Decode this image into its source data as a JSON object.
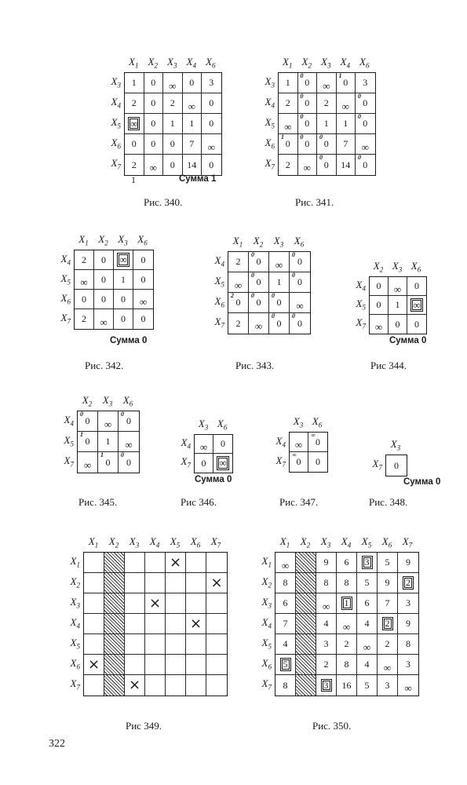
{
  "page_number": "322",
  "figures": [
    {
      "id": "fig-340",
      "caption": "Рис. 340.",
      "cols": [
        "X1",
        "X2",
        "X3",
        "X4",
        "X6"
      ],
      "rows": [
        "X3",
        "X4",
        "X5",
        "X6",
        "X7"
      ],
      "cells": [
        [
          "1",
          "0",
          "∞",
          "0",
          "3"
        ],
        [
          "2",
          "0",
          "2",
          "∞",
          "0"
        ],
        [
          "∞",
          "0",
          "1",
          "1",
          "0"
        ],
        [
          "0",
          "0",
          "0",
          "7",
          "∞"
        ],
        [
          "2",
          "∞",
          "0",
          "14",
          "0"
        ]
      ],
      "boxed": [
        [
          2,
          0
        ]
      ],
      "note": "1",
      "sum": "Сумма 1"
    },
    {
      "id": "fig-341",
      "caption": "Рис. 341.",
      "cols": [
        "X1",
        "X2",
        "X3",
        "X4",
        "X6"
      ],
      "rows": [
        "X3",
        "X4",
        "X5",
        "X6",
        "X7"
      ],
      "cells": [
        [
          "1",
          "0",
          "∞",
          "0",
          "3"
        ],
        [
          "2",
          "0",
          "2",
          "∞",
          "0"
        ],
        [
          "∞",
          "0",
          "1",
          "1",
          "0"
        ],
        [
          "0",
          "0",
          "0",
          "7",
          "∞"
        ],
        [
          "2",
          "∞",
          "0",
          "14",
          "0"
        ]
      ],
      "sups": [
        [
          0,
          1,
          "0"
        ],
        [
          0,
          3,
          "1"
        ],
        [
          1,
          1,
          "0"
        ],
        [
          1,
          4,
          "0"
        ],
        [
          2,
          1,
          "0"
        ],
        [
          2,
          4,
          "0"
        ],
        [
          3,
          0,
          "1"
        ],
        [
          3,
          1,
          "0"
        ],
        [
          3,
          2,
          "0"
        ],
        [
          4,
          2,
          "0"
        ],
        [
          4,
          4,
          "0"
        ]
      ]
    },
    {
      "id": "fig-342",
      "caption": "Рис. 342.",
      "cols": [
        "X1",
        "X2",
        "X3",
        "X6"
      ],
      "rows": [
        "X4",
        "X5",
        "X6",
        "X7"
      ],
      "cells": [
        [
          "2",
          "0",
          "∞",
          "0"
        ],
        [
          "∞",
          "0",
          "1",
          "0"
        ],
        [
          "0",
          "0",
          "0",
          "∞"
        ],
        [
          "2",
          "∞",
          "0",
          "0"
        ]
      ],
      "boxed": [
        [
          0,
          2
        ]
      ],
      "sum": "Сумма 0"
    },
    {
      "id": "fig-343",
      "caption": "Рис. 343.",
      "cols": [
        "X1",
        "X2",
        "X3",
        "X6"
      ],
      "rows": [
        "X4",
        "X5",
        "X6",
        "X7"
      ],
      "cells": [
        [
          "2",
          "0",
          "∞",
          "0"
        ],
        [
          "∞",
          "0",
          "1",
          "0"
        ],
        [
          "0",
          "0",
          "0",
          "∞"
        ],
        [
          "2",
          "∞",
          "0",
          "0"
        ]
      ],
      "sups": [
        [
          0,
          1,
          "0"
        ],
        [
          0,
          3,
          "0"
        ],
        [
          1,
          1,
          "0"
        ],
        [
          1,
          3,
          "0"
        ],
        [
          2,
          0,
          "2"
        ],
        [
          2,
          1,
          "0"
        ],
        [
          2,
          2,
          "0"
        ],
        [
          3,
          2,
          "0"
        ],
        [
          3,
          3,
          "0"
        ]
      ]
    },
    {
      "id": "fig-344",
      "caption": "Рис 344.",
      "cols": [
        "X2",
        "X3",
        "X6"
      ],
      "rows": [
        "X4",
        "X5",
        "X7"
      ],
      "cells": [
        [
          "0",
          "∞",
          "0"
        ],
        [
          "0",
          "1",
          "∞"
        ],
        [
          "∞",
          "0",
          "0"
        ]
      ],
      "boxed": [
        [
          1,
          2
        ]
      ],
      "sum": "Сумма 0"
    },
    {
      "id": "fig-345",
      "caption": "Рис. 345.",
      "cols": [
        "X2",
        "X3",
        "X6"
      ],
      "rows": [
        "X4",
        "X5",
        "X7"
      ],
      "cells": [
        [
          "0",
          "∞",
          "0"
        ],
        [
          "0",
          "1",
          "∞"
        ],
        [
          "∞",
          "0",
          "0"
        ]
      ],
      "sups": [
        [
          0,
          0,
          "0"
        ],
        [
          0,
          2,
          "0"
        ],
        [
          1,
          0,
          "1"
        ],
        [
          2,
          1,
          "1"
        ],
        [
          2,
          2,
          "0"
        ]
      ]
    },
    {
      "id": "fig-346",
      "caption": "Рис 346.",
      "cols": [
        "X3",
        "X6"
      ],
      "rows": [
        "X4",
        "X7"
      ],
      "cells": [
        [
          "∞",
          "0"
        ],
        [
          "0",
          "∞"
        ]
      ],
      "boxed": [
        [
          1,
          1
        ]
      ],
      "sum": "Сумма 0"
    },
    {
      "id": "fig-347",
      "caption": "Рис. 347.",
      "cols": [
        "X3",
        "X6"
      ],
      "rows": [
        "X4",
        "X7"
      ],
      "cells": [
        [
          "∞",
          "0"
        ],
        [
          "0",
          "0"
        ]
      ],
      "sups": [
        [
          0,
          1,
          "∞"
        ],
        [
          1,
          0,
          "∞"
        ]
      ]
    },
    {
      "id": "fig-348",
      "caption": "Рис. 348.",
      "cols": [
        "X3"
      ],
      "rows": [
        "X7"
      ],
      "cells": [
        [
          "0"
        ]
      ],
      "sum": "Сумма 0"
    },
    {
      "id": "fig-349",
      "caption": "Рис 349.",
      "cols": [
        "X1",
        "X2",
        "X3",
        "X4",
        "X5",
        "X6",
        "X7"
      ],
      "rows": [
        "X1",
        "X2",
        "X3",
        "X4",
        "X5",
        "X6",
        "X7"
      ],
      "cells": [
        [
          "",
          "",
          "",
          "",
          "×",
          "",
          ""
        ],
        [
          "",
          "",
          "",
          "",
          "",
          "",
          "×"
        ],
        [
          "",
          "",
          "",
          "×",
          "",
          "",
          ""
        ],
        [
          "",
          "",
          "",
          "",
          "",
          "×",
          ""
        ],
        [
          "",
          "",
          "",
          "",
          "",
          "",
          ""
        ],
        [
          "×",
          "",
          "",
          "",
          "",
          "",
          ""
        ],
        [
          "",
          "",
          "×",
          "",
          "",
          "",
          ""
        ]
      ],
      "hatch_col": 1
    },
    {
      "id": "fig-350",
      "caption": "Рис. 350.",
      "cols": [
        "X1",
        "X2",
        "X3",
        "X4",
        "X5",
        "X6",
        "X7"
      ],
      "rows": [
        "X1",
        "X2",
        "X3",
        "X4",
        "X5",
        "X6",
        "X7"
      ],
      "cells": [
        [
          "∞",
          "",
          "9",
          "6",
          "3",
          "5",
          "9"
        ],
        [
          "8",
          "",
          "8",
          "8",
          "5",
          "9",
          "2"
        ],
        [
          "6",
          "",
          "∞",
          "1",
          "6",
          "7",
          "3"
        ],
        [
          "7",
          "",
          "4",
          "∞",
          "4",
          "2",
          "9"
        ],
        [
          "4",
          "",
          "3",
          "2",
          "∞",
          "2",
          "8"
        ],
        [
          "5",
          "",
          "2",
          "8",
          "4",
          "∞",
          "3"
        ],
        [
          "8",
          "",
          "3",
          "16",
          "5",
          "3",
          "∞"
        ]
      ],
      "hatch_col": 1,
      "boxed": [
        [
          0,
          4
        ],
        [
          1,
          6
        ],
        [
          2,
          3
        ],
        [
          3,
          5
        ],
        [
          5,
          0
        ],
        [
          6,
          2
        ]
      ]
    }
  ]
}
